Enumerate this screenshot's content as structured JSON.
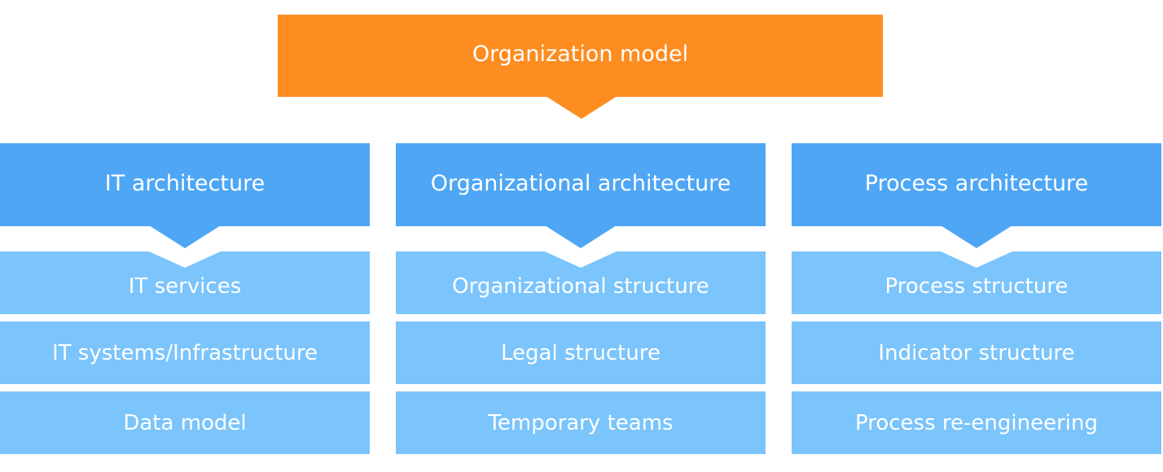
{
  "root": {
    "label": "Organization model",
    "color": "#fd8c21"
  },
  "columns": [
    {
      "title": "IT architecture",
      "items": [
        "IT services",
        "IT systems/Infrastructure",
        "Data model"
      ]
    },
    {
      "title": "Organizational architecture",
      "items": [
        "Organizational structure",
        "Legal structure",
        "Temporary teams"
      ]
    },
    {
      "title": "Process architecture",
      "items": [
        "Process structure",
        "Indicator structure",
        "Process re-engineering"
      ]
    }
  ],
  "colors": {
    "header": "#4ea6f5",
    "item": "#7bc4fc",
    "text": "#ffffff"
  }
}
